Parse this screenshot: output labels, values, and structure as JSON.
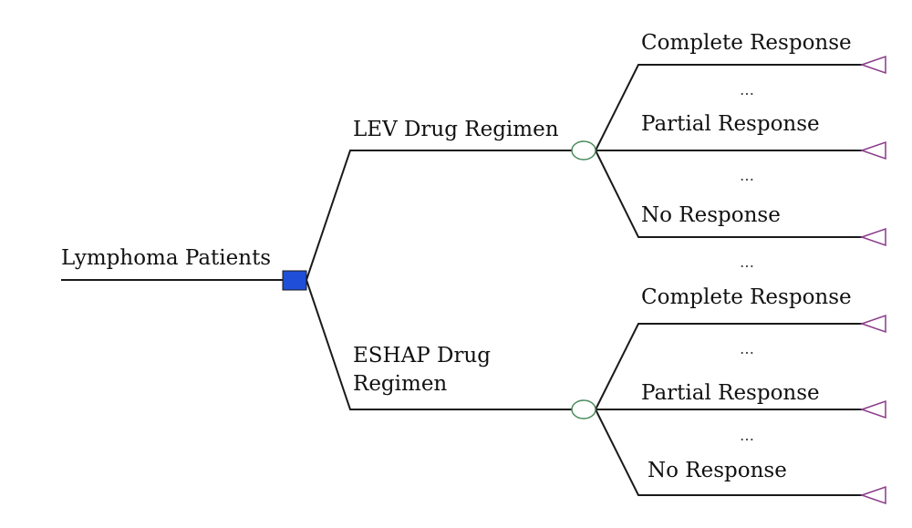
{
  "diagram": {
    "type": "decision-tree",
    "root": {
      "label": "Lymphoma Patients"
    },
    "decision_node": {
      "shape": "square",
      "color": "#1f4fd8"
    },
    "branches": [
      {
        "label_lines": [
          "LEV Drug Regimen"
        ],
        "chance_node": {
          "shape": "circle",
          "color": "#4a8a5a"
        },
        "outcomes": [
          "Complete Response",
          "Partial Response",
          "No Response"
        ],
        "ellipsis": "…"
      },
      {
        "label_lines": [
          "ESHAP Drug",
          "Regimen"
        ],
        "chance_node": {
          "shape": "circle",
          "color": "#4a8a5a"
        },
        "outcomes": [
          "Complete Response",
          "Partial Response",
          "No Response"
        ],
        "ellipsis": "…"
      }
    ],
    "terminal_node": {
      "shape": "triangle",
      "color": "#8a3a8a"
    },
    "line_color": "#1a1a1a"
  }
}
